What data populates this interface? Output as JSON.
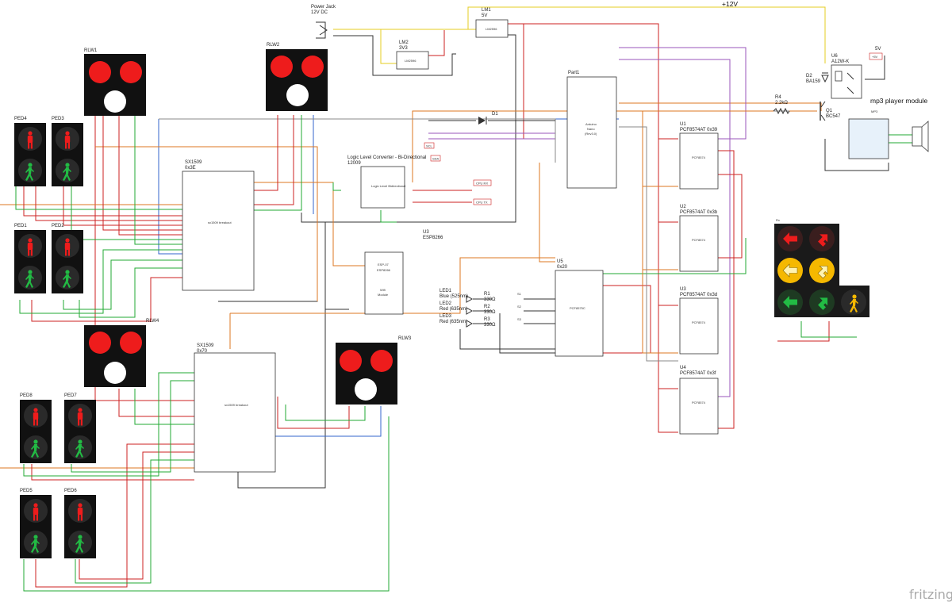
{
  "net_label": "+12V",
  "power_jack": {
    "name": "Power Jack",
    "value": "12V DC"
  },
  "lm1": {
    "name": "LM1",
    "value": "5V",
    "chip": "LM2596"
  },
  "lm2": {
    "name": "LM2",
    "value": "3V3",
    "chip": "LM2596"
  },
  "signals": {
    "tx": "CPU TX",
    "rx": "CPU RX",
    "scl": "SCL",
    "sda": "SDA"
  },
  "llc": {
    "name": "Logic Level Converter - Bi-Directional",
    "id": "12009",
    "chip": "Logic Level Bidirectional"
  },
  "esp": {
    "name": "U3",
    "value": "ESP8266",
    "chip1": "ESP-07",
    "chip2": "ESP8266",
    "chip3": "Wifi",
    "chip4": "Module"
  },
  "sx1": {
    "name": "SX1509",
    "addr": "0x3E",
    "chip": "sx1509 breakout"
  },
  "sx2": {
    "name": "SX1509",
    "addr": "0x70",
    "chip": "sx1509 breakout"
  },
  "arduino": {
    "name": "Part1",
    "chip1": "Arduino",
    "chip2": "Nano",
    "chip3": "(Rev3.0)"
  },
  "pcf_u5": {
    "name": "U5",
    "addr": "0x20",
    "chip": "PCF8575C"
  },
  "pcf_u1": {
    "name": "U1",
    "addr": "PCF8574AT 0x39",
    "chip": "PCF8574"
  },
  "pcf_u2": {
    "name": "U2",
    "addr": "PCF8574AT 0x3b",
    "chip": "PCF8574"
  },
  "pcf_u3": {
    "name": "U3",
    "addr": "PCF8574AT 0x3d",
    "chip": "PCF8574"
  },
  "pcf_u4": {
    "name": "U4",
    "addr": "PCF8574AT 0x3f",
    "chip": "PCF8574"
  },
  "d1": "D1",
  "d2": {
    "name": "D2",
    "value": "BA159"
  },
  "u6": {
    "name": "U6",
    "value": "A12W-K"
  },
  "r4": {
    "name": "R4",
    "value": "2.2kΩ"
  },
  "q1": {
    "name": "Q1",
    "value": "BC547"
  },
  "v5": {
    "name": "5V",
    "tag": "+5V"
  },
  "mp3": {
    "label": "mp3 player module",
    "name": "MP3"
  },
  "leds": [
    {
      "name": "LED1",
      "color": "Blue (525nm)"
    },
    {
      "name": "LED2",
      "color": "Red (635nm)"
    },
    {
      "name": "LED3",
      "color": "Red (635nm)"
    }
  ],
  "resistors": [
    {
      "name": "R1",
      "value": "330Ω"
    },
    {
      "name": "R2",
      "value": "330Ω"
    },
    {
      "name": "R3",
      "value": "330Ω"
    }
  ],
  "switches": [
    "S1",
    "S2",
    "S3"
  ],
  "rlw": {
    "rlw1": "RLW1",
    "rlw2": "RLW2",
    "rlw3": "RLW3",
    "rlw4": "RLW4"
  },
  "ped": {
    "ped1": "PED1",
    "ped2": "PED2",
    "ped3": "PED3",
    "ped4": "PED4",
    "ped5": "PED5",
    "ped6": "PED6",
    "ped7": "PED7",
    "ped8": "PED8"
  },
  "arrow_panel": "Rx",
  "brand": "fritzing",
  "colors": {
    "wire_red": "#cc2222",
    "wire_green": "#22aa33",
    "wire_blue": "#3366cc",
    "wire_orange": "#dd7722",
    "wire_purple": "#9955bb",
    "wire_yellow": "#e6cc22",
    "wire_black": "#333333",
    "wire_grey": "#888888",
    "signal_red": "#ee1c1c",
    "walk_green": "#22bb44",
    "arrow_amber": "#f5b800"
  }
}
